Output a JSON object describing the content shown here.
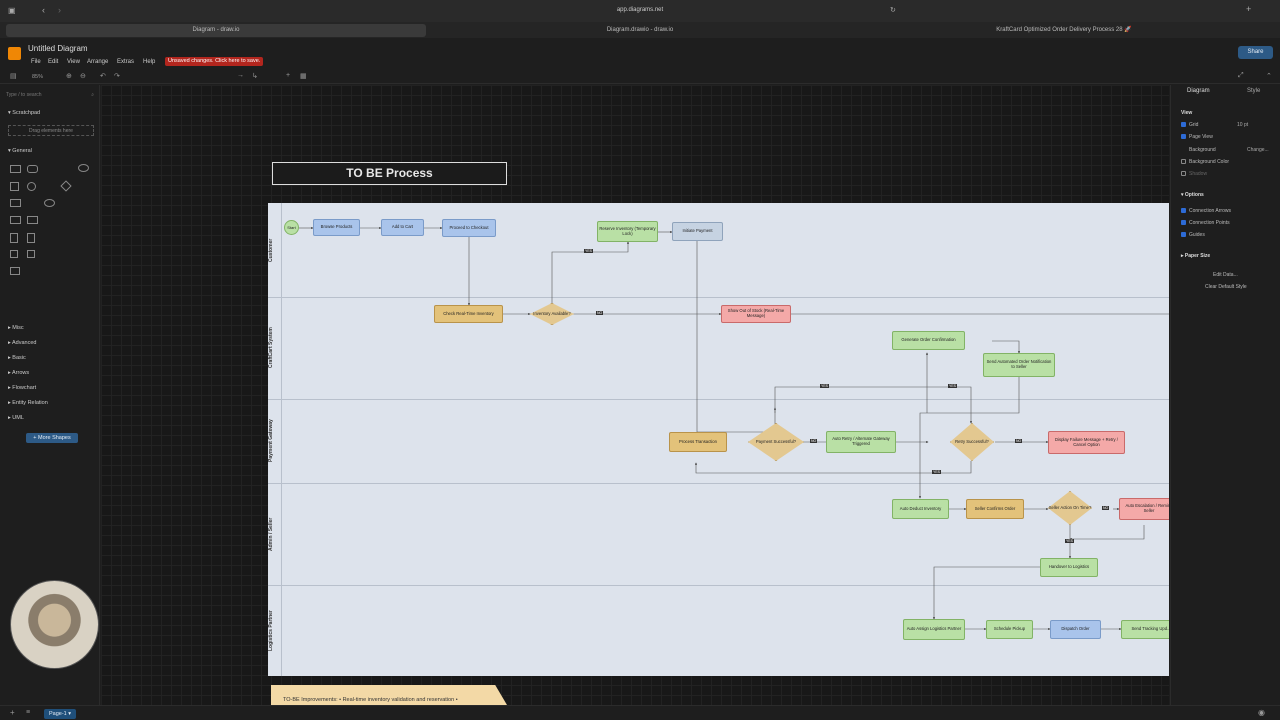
{
  "browser": {
    "url": "app.diagrams.net",
    "tabs": [
      {
        "label": "Diagram - draw.io"
      },
      {
        "label": "Diagram.drawio - draw.io"
      },
      {
        "label": "KraftCard Optimized Order Delivery Process 28 🚀"
      }
    ]
  },
  "app": {
    "title": "Untitled Diagram",
    "menu": [
      "File",
      "Edit",
      "View",
      "Arrange",
      "Extras",
      "Help"
    ],
    "unsaved": "Unsaved changes. Click here to save.",
    "share": "Share",
    "zoom": "85%"
  },
  "sidebar": {
    "search_placeholder": "Type / to search",
    "scratchpad": "Scratchpad",
    "drag_hint": "Drag elements here",
    "general": "General",
    "sections": [
      "Misc",
      "Advanced",
      "Basic",
      "Arrows",
      "Flowchart",
      "Entity Relation",
      "UML"
    ],
    "more_shapes": "+ More Shapes"
  },
  "canvas": {
    "title": "TO BE Process",
    "lanes": [
      "Customer",
      "CraftCart System",
      "Payment Gateway",
      "Admin / Seller",
      "Logistics Partner"
    ],
    "nodes": {
      "start": "Start",
      "browse": "Browse Products",
      "add_cart": "Add to Cart",
      "checkout": "Proceed to Checkout",
      "reserve": "Reserve Inventory (Temporary Lock)",
      "initiate_payment": "Initiate Payment",
      "check_inventory": "Check Real-Time Inventory",
      "inv_available": "Inventory Available?",
      "out_of_stock": "Show Out of Stock (Real-Time Message)",
      "gen_confirmation": "Generate Order Confirmation",
      "notify_seller": "Send Automated Order Notification to Seller",
      "process_txn": "Process Transaction",
      "payment_ok": "Payment Successful?",
      "auto_retry": "Auto Retry / Alternate Gateway Triggered",
      "retry_ok": "Retry Successful?",
      "failure_msg": "Display Failure Message + Retry / Cancel Option",
      "deduct": "Auto Deduct Inventory",
      "seller_confirms": "Seller Confirms Order",
      "seller_on_time": "Seller Action On Time?",
      "escalation": "Auto Escalation / Remind Seller",
      "handover": "Handover to Logistics",
      "assign_logistics": "Auto Assign Logistics Partner",
      "schedule_pickup": "Schedule Pickup",
      "dispatch": "Dispatch Order",
      "tracking": "Send Tracking Upd..."
    },
    "edge_labels": {
      "yes": "YES",
      "no": "NO"
    },
    "bottom_note": "TO-BE Improvements: • Real-time inventory validation and reservation •"
  },
  "right_panel": {
    "tabs": [
      "Diagram",
      "Style"
    ],
    "view": "View",
    "grid": "Grid",
    "grid_size": "10 pt",
    "page_view": "Page View",
    "background": "Background",
    "change": "Change...",
    "bg_color": "Background Color",
    "shadow": "Shadow",
    "options": "Options",
    "conn_arrows": "Connection Arrows",
    "conn_points": "Connection Points",
    "guides": "Guides",
    "paper_size": "Paper Size",
    "edit_data": "Edit Data...",
    "clear_style": "Clear Default Style"
  },
  "bottom": {
    "page": "Page-1"
  }
}
